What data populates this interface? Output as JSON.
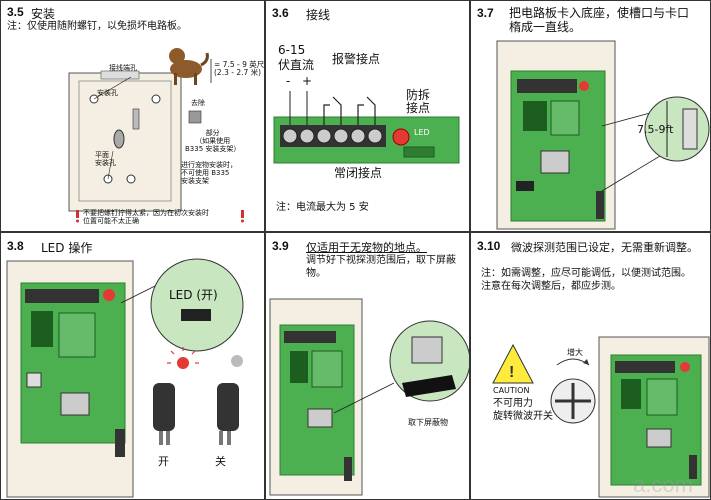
{
  "colors": {
    "board": "#4caf50",
    "board_dark": "#2e7d32",
    "led_red": "#e53935",
    "housing": "#f4efe2",
    "bubble": "#c8e6c0"
  },
  "p35": {
    "num": "3.5",
    "title": "安装",
    "note": "注：仅使用随附螺钉，以免损坏电路板。",
    "lbl_wire_hole": "接线端孔",
    "lbl_mount_hole": "安装孔",
    "lbl_flat_mount": "平面\n安装孔",
    "dim": "= 7.5 - 9 英尺\n(2.3 - 2.7 米)",
    "lbl_remove": "去除",
    "lbl_part": "部分\n（如果使用\nB335 安装支架）",
    "lbl_pet": "进行宠物安装时，\n不可使用 B335\n安装支架",
    "warn": "不要把螺钉拧得太紧，因为在初次安装时\n位置可能不太正确"
  },
  "p36": {
    "num": "3.6",
    "title": "接线",
    "lbl_dc": "6-15\n伏直流",
    "lbl_minus": "-",
    "lbl_plus": "+",
    "lbl_alarm": "报警接点",
    "lbl_tamper": "防拆\n接点",
    "lbl_led": "LED",
    "lbl_nc": "常闭接点",
    "note": "注：电流最大为 5 安"
  },
  "p37": {
    "num": "3.7",
    "title": "把电路板卡入底座，使槽口与卡口\n楕成一直线。",
    "dim": "7.5-9ft"
  },
  "p38": {
    "num": "3.8",
    "title": "LED 操作",
    "bubble": "LED (开)",
    "on": "开",
    "off": "关"
  },
  "p39": {
    "num": "3.9",
    "title": "仅适用于无宠物的地点。",
    "sub": "调节好下视探测范围后，取下屏蔽\n物。",
    "caption": "取下屏蔽物"
  },
  "p310": {
    "num": "3.10",
    "title": "微波探测范围已设定，无需重新调整。",
    "note": "注：如需调整，应尽可能调低，以便测试范围。\n注意在每次调整后，都应步测。",
    "increase": "增大",
    "caution": "CAUTION",
    "caution_cn": "不可用力\n旋转微波开关"
  },
  "watermark": "a.com"
}
